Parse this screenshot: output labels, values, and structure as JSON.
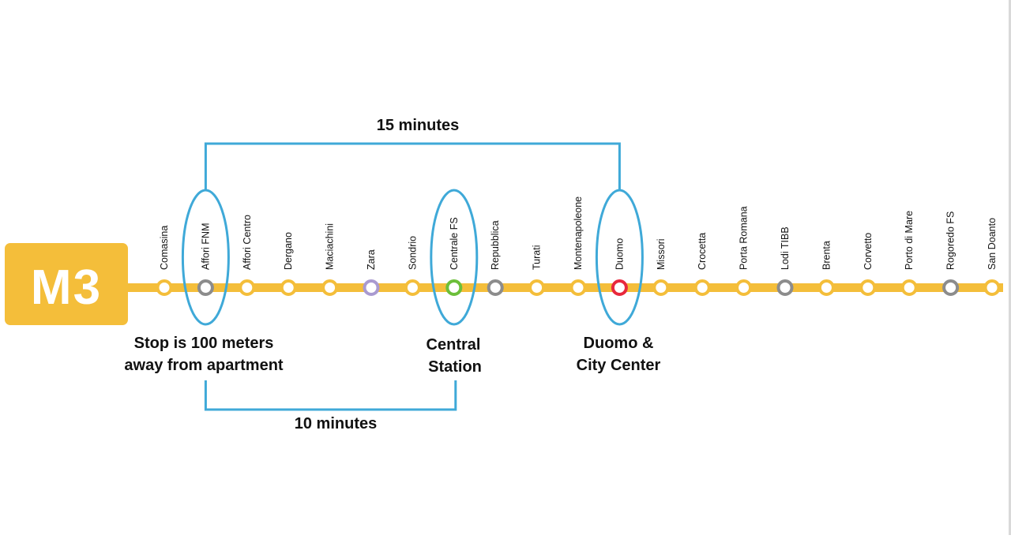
{
  "line": {
    "logo": "M3",
    "color": "#f4be3a",
    "stations": [
      {
        "name": "Comasina",
        "ring": "#f4be3a"
      },
      {
        "name": "Affori FNM",
        "ring": "#8c8c8c"
      },
      {
        "name": "Affori Centro",
        "ring": "#f4be3a"
      },
      {
        "name": "Dergano",
        "ring": "#f4be3a"
      },
      {
        "name": "Maciachini",
        "ring": "#f4be3a"
      },
      {
        "name": "Zara",
        "ring": "#a99ad0"
      },
      {
        "name": "Sondrio",
        "ring": "#f4be3a"
      },
      {
        "name": "Centrale FS",
        "ring": "#6cbf3a"
      },
      {
        "name": "Repubblica",
        "ring": "#8c8c8c"
      },
      {
        "name": "Turati",
        "ring": "#f4be3a"
      },
      {
        "name": "Montenapoleone",
        "ring": "#f4be3a"
      },
      {
        "name": "Duomo",
        "ring": "#e8283c"
      },
      {
        "name": "Missori",
        "ring": "#f4be3a"
      },
      {
        "name": "Crocetta",
        "ring": "#f4be3a"
      },
      {
        "name": "Porta Romana",
        "ring": "#f4be3a"
      },
      {
        "name": "Lodi TIBB",
        "ring": "#8c8c8c"
      },
      {
        "name": "Brenta",
        "ring": "#f4be3a"
      },
      {
        "name": "Corvetto",
        "ring": "#f4be3a"
      },
      {
        "name": "Porto di Mare",
        "ring": "#f4be3a"
      },
      {
        "name": "Rogoredo FS",
        "ring": "#8c8c8c"
      },
      {
        "name": "San Doanto",
        "ring": "#f4be3a"
      }
    ]
  },
  "annotations": {
    "highlight_color": "#3fa9d8",
    "top_duration": "15 minutes",
    "bottom_duration": "10 minutes",
    "apartment": {
      "line1": "Stop is 100 meters",
      "line2": "away from apartment"
    },
    "central": {
      "line1": "Central",
      "line2": "Station"
    },
    "duomo": {
      "line1": "Duomo &",
      "line2": "City Center"
    }
  }
}
